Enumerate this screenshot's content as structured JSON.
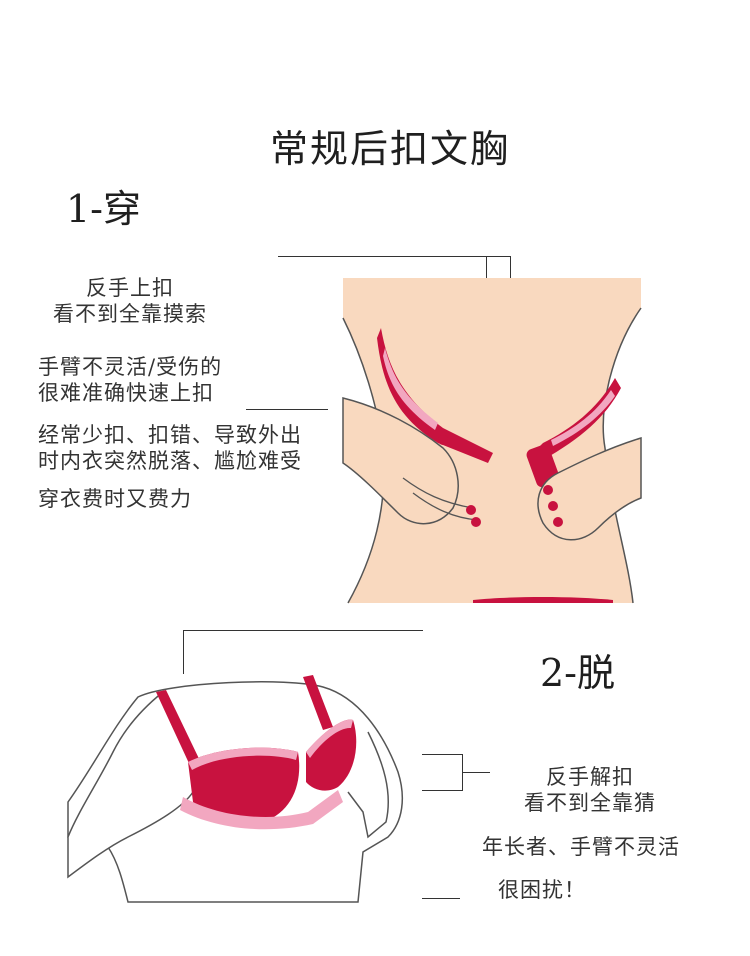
{
  "title": "常规后扣文胸",
  "section1": {
    "step": "1-穿",
    "points": [
      {
        "l1": "反手上扣",
        "l2": "看不到全靠摸索"
      },
      {
        "l1": "手臂不灵活/受伤的",
        "l2": "很难准确快速上扣"
      },
      {
        "l1": "经常少扣、扣错、导致外出",
        "l2": "时内衣突然脱落、尴尬难受"
      },
      {
        "l1": "穿衣费时又费力"
      }
    ]
  },
  "section2": {
    "step": "2-脱",
    "points": [
      {
        "l1": "反手解扣",
        "l2": "看不到全靠猜"
      },
      {
        "l1": "年长者、手臂不灵活"
      },
      {
        "l1": "很困扰！"
      }
    ]
  },
  "colors": {
    "skin": "#f9d9bf",
    "bra": "#c8123f",
    "lace": "#f2a7c0",
    "line": "#333333"
  }
}
